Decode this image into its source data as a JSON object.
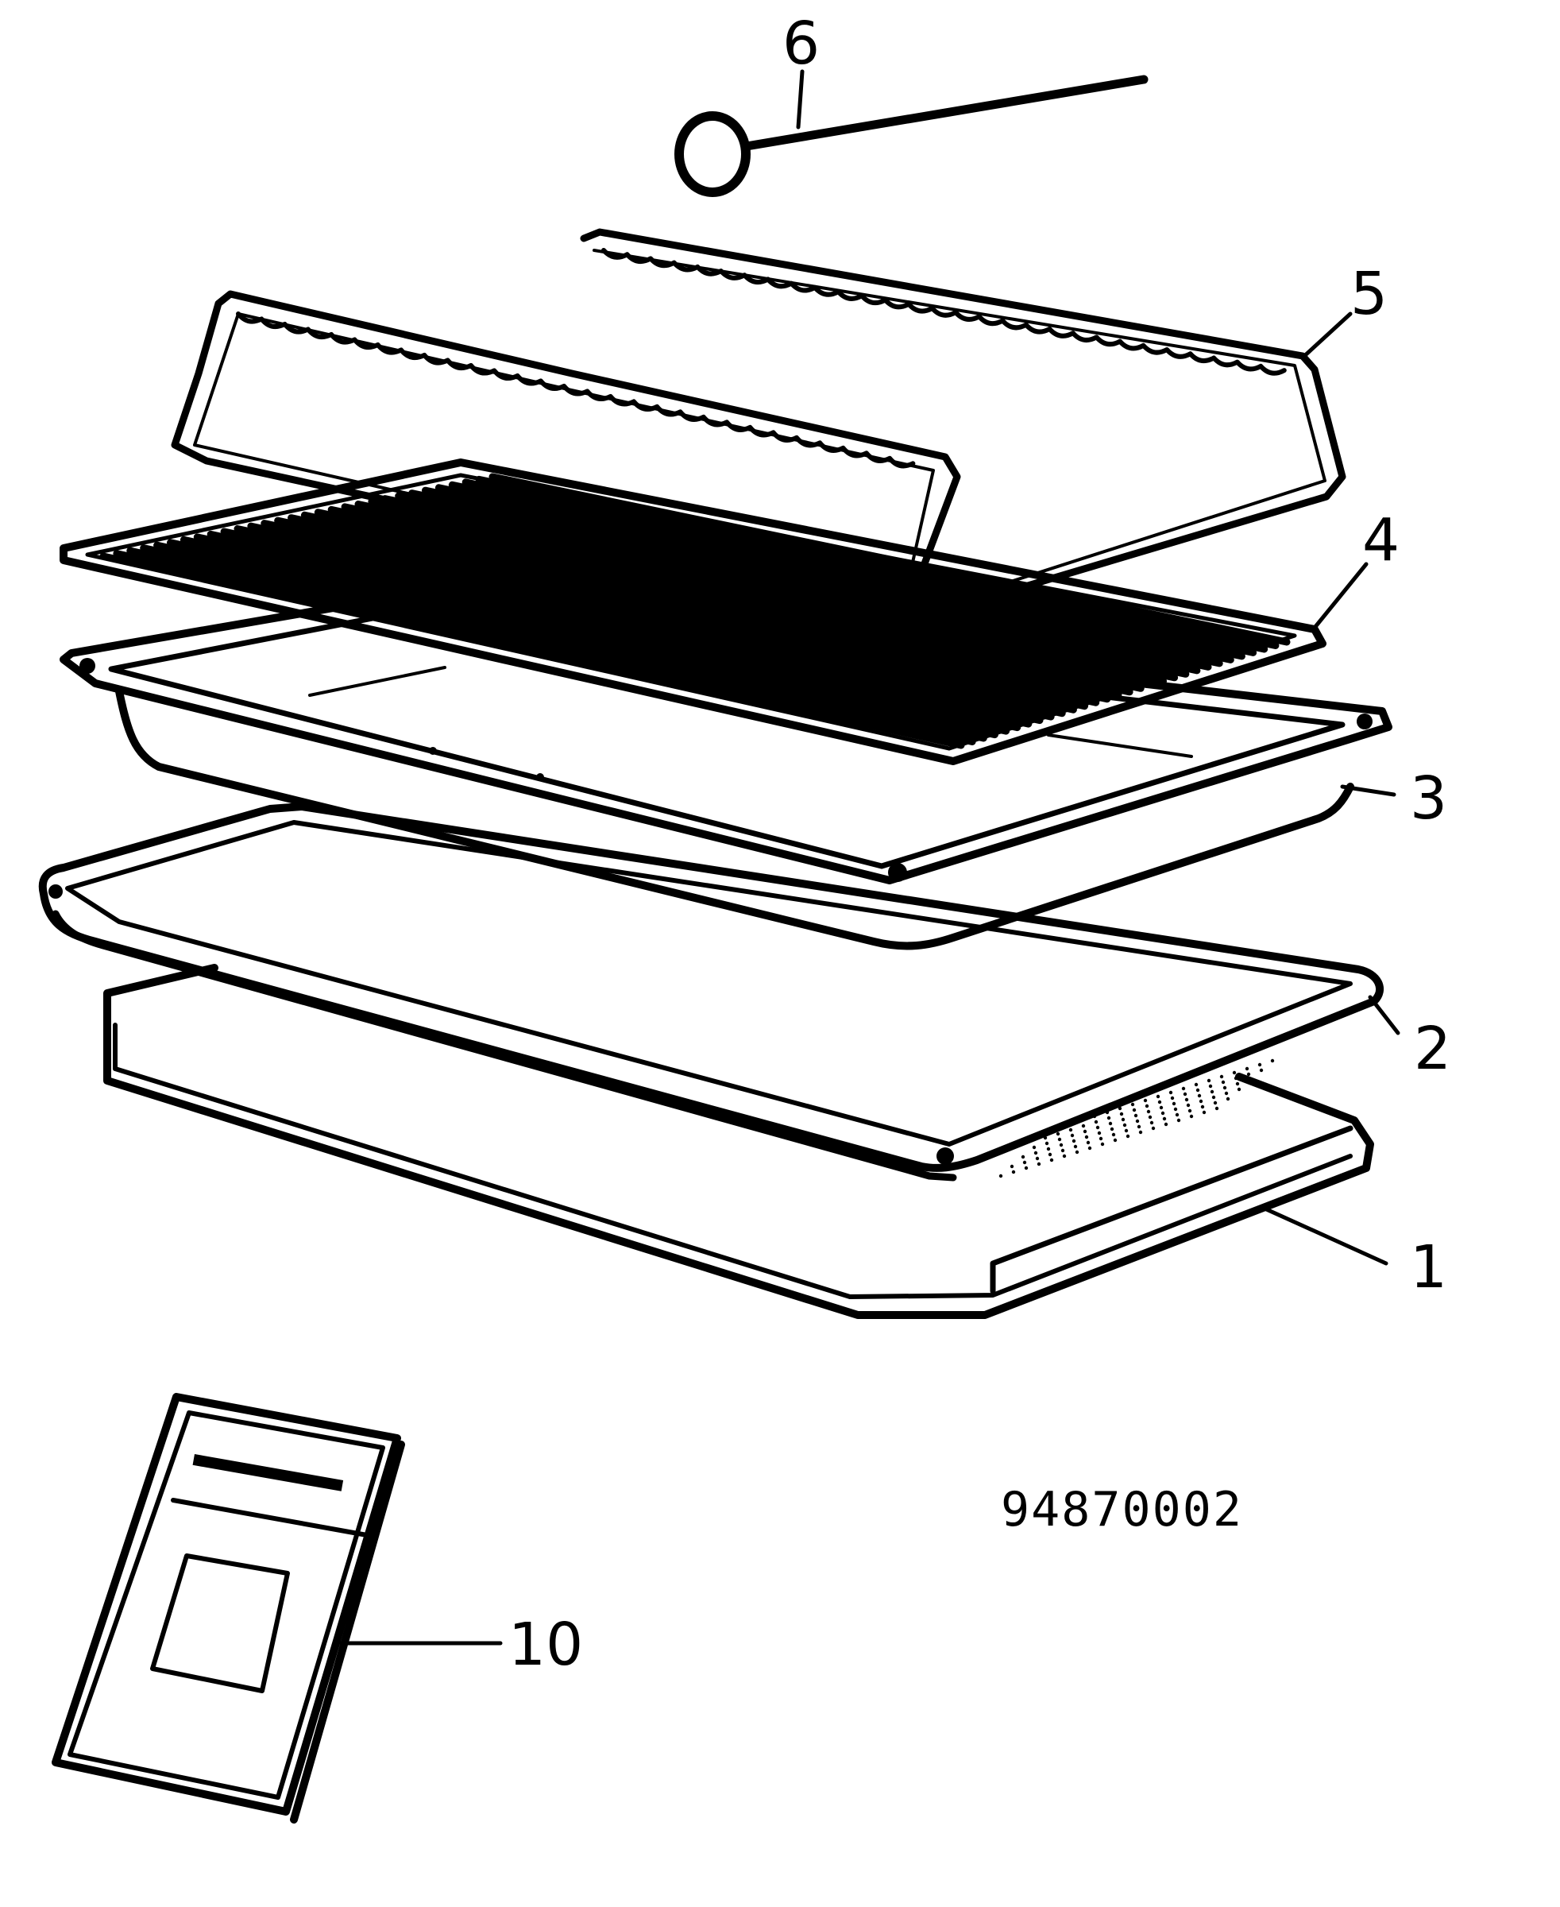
{
  "diagram": {
    "code": "94870002",
    "colors": {
      "line": "#000000",
      "background": "#ffffff"
    },
    "parts": [
      {
        "id": "1",
        "label": "1"
      },
      {
        "id": "2",
        "label": "2"
      },
      {
        "id": "3",
        "label": "3"
      },
      {
        "id": "4",
        "label": "4"
      },
      {
        "id": "5",
        "label": "5"
      },
      {
        "id": "6",
        "label": "6"
      },
      {
        "id": "10",
        "label": "10"
      }
    ]
  }
}
